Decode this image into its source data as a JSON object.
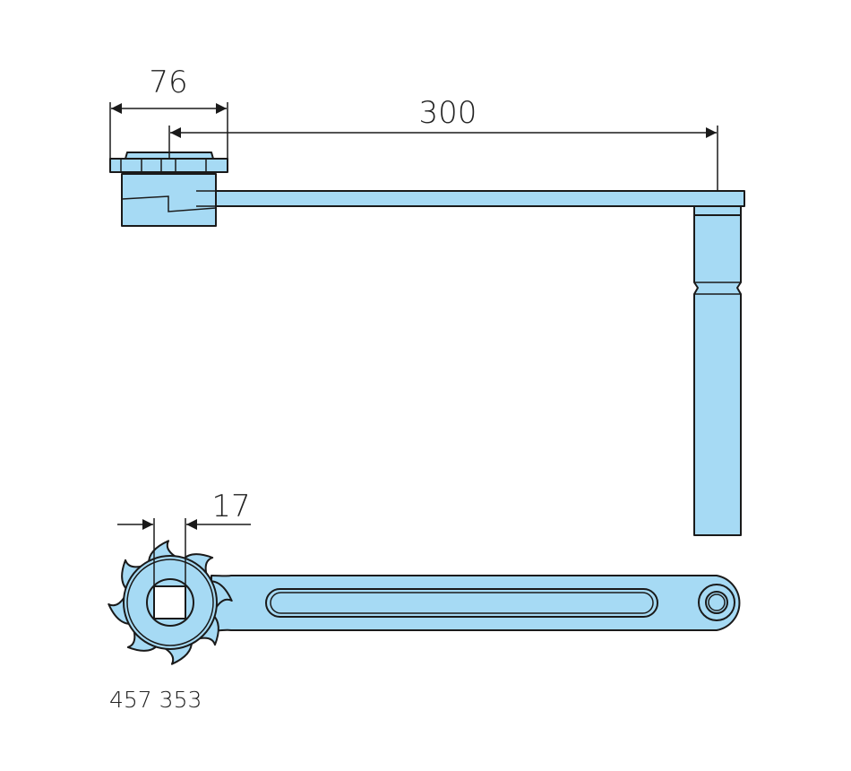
{
  "dimensions": {
    "head_width": "76",
    "arm_length": "300",
    "square_drive": "17"
  },
  "part_number": "457 353",
  "colors": {
    "part_fill": "#a6daf4",
    "stroke": "#1a1a1a"
  },
  "ratchet_teeth_count": 8
}
